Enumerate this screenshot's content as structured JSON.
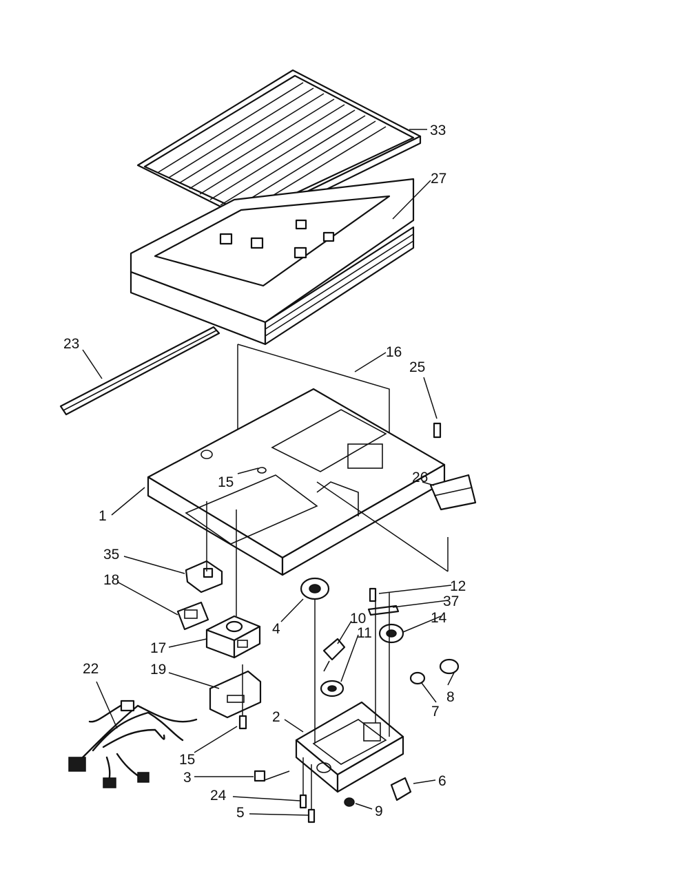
{
  "colors": {
    "ink": "#111111",
    "paper": "#ffffff"
  },
  "callouts": {
    "c1": "1",
    "c2": "2",
    "c3": "3",
    "c4": "4",
    "c5": "5",
    "c6": "6",
    "c7": "7",
    "c8": "8",
    "c9": "9",
    "c10": "10",
    "c11": "11",
    "c12": "12",
    "c14": "14",
    "c15a": "15",
    "c15b": "15",
    "c16": "16",
    "c17": "17",
    "c18": "18",
    "c19": "19",
    "c22": "22",
    "c23": "23",
    "c24": "24",
    "c25": "25",
    "c26": "26",
    "c27": "27",
    "c33": "33",
    "c35": "35",
    "c37": "37"
  }
}
